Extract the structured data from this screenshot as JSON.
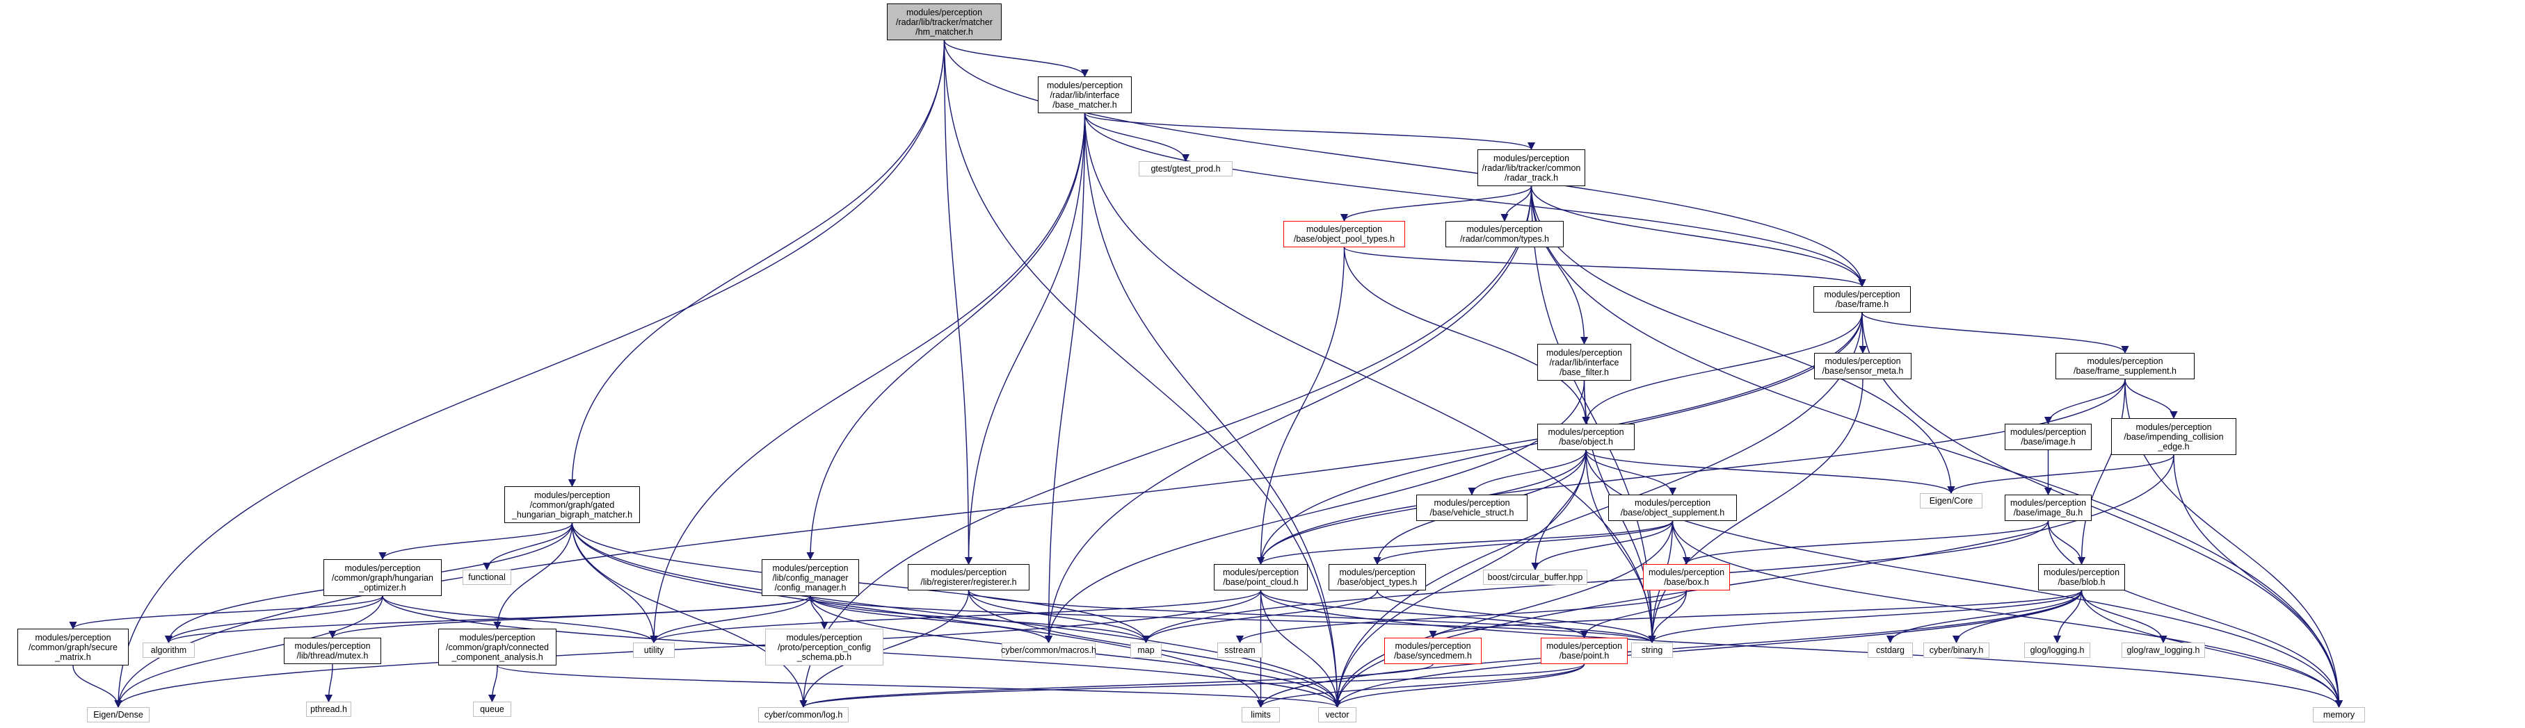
{
  "diagram": {
    "colors": {
      "edge": "#191970",
      "node_border": "#000000",
      "root_fill": "#bfbfbf",
      "external_border": "#bfbfbf",
      "truncated_border": "#ff0000"
    },
    "nodes": {
      "root": "modules/perception\n/radar/lib/tracker/matcher\n/hm_matcher.h",
      "base_matcher": "modules/perception\n/radar/lib/interface\n/base_matcher.h",
      "gtest_prod": "gtest/gtest_prod.h",
      "radar_track": "modules/perception\n/radar/lib/tracker/common\n/radar_track.h",
      "object_pool_types": "modules/perception\n/base/object_pool_types.h",
      "radar_types": "modules/perception\n/radar/common/types.h",
      "frame": "modules/perception\n/base/frame.h",
      "sensor_meta": "modules/perception\n/base/sensor_meta.h",
      "frame_supplement": "modules/perception\n/base/frame_supplement.h",
      "base_filter": "modules/perception\n/radar/lib/interface\n/base_filter.h",
      "object": "modules/perception\n/base/object.h",
      "image": "modules/perception\n/base/image.h",
      "impending": "modules/perception\n/base/impending_collision\n_edge.h",
      "eigen_core": "Eigen/Core",
      "vehicle_struct": "modules/perception\n/base/vehicle_struct.h",
      "object_supplement": "modules/perception\n/base/object_supplement.h",
      "image_8u": "modules/perception\n/base/image_8u.h",
      "gated_hungarian": "modules/perception\n/common/graph/gated\n_hungarian_bigraph_matcher.h",
      "hungarian_optimizer": "modules/perception\n/common/graph/hungarian\n_optimizer.h",
      "functional": "functional",
      "config_manager": "modules/perception\n/lib/config_manager\n/config_manager.h",
      "registerer": "modules/perception\n/lib/registerer/registerer.h",
      "point_cloud": "modules/perception\n/base/point_cloud.h",
      "object_types": "modules/perception\n/base/object_types.h",
      "circular_buffer": "boost/circular_buffer.hpp",
      "box": "modules/perception\n/base/box.h",
      "blob": "modules/perception\n/base/blob.h",
      "secure_matrix": "modules/perception\n/common/graph/secure\n_matrix.h",
      "algorithm": "algorithm",
      "utility": "utility",
      "mutex": "modules/perception\n/lib/thread/mutex.h",
      "connected_component": "modules/perception\n/common/graph/connected\n_component_analysis.h",
      "config_schema": "modules/perception\n/proto/perception_config\n_schema.pb.h",
      "cyber_macros": "cyber/common/macros.h",
      "map": "map",
      "sstream": "sstream",
      "syncedmem": "modules/perception\n/base/syncedmem.h",
      "point": "modules/perception\n/base/point.h",
      "string": "string",
      "cstdarg": "cstdarg",
      "cyber_binary": "cyber/binary.h",
      "glog_logging": "glog/logging.h",
      "glog_raw_logging": "glog/raw_logging.h",
      "memory": "memory",
      "pthread": "pthread.h",
      "queue": "queue",
      "eigen_dense": "Eigen/Dense",
      "cyber_log": "cyber/common/log.h",
      "limits": "limits",
      "vector": "vector"
    }
  }
}
